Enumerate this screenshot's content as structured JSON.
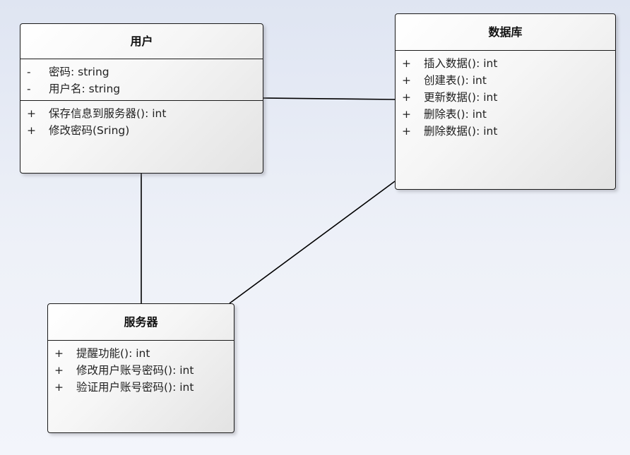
{
  "classes": {
    "user": {
      "name": "用户",
      "attributes": [
        {
          "visibility": "-",
          "text": "密码: string"
        },
        {
          "visibility": "-",
          "text": "用户名: string"
        }
      ],
      "operations": [
        {
          "visibility": "+",
          "text": "保存信息到服务器(): int"
        },
        {
          "visibility": "+",
          "text": "修改密码(Sring)"
        }
      ]
    },
    "database": {
      "name": "数据库",
      "operations": [
        {
          "visibility": "+",
          "text": "插入数据(): int"
        },
        {
          "visibility": "+",
          "text": "创建表(): int"
        },
        {
          "visibility": "+",
          "text": "更新数据(): int"
        },
        {
          "visibility": "+",
          "text": "删除表(): int"
        },
        {
          "visibility": "+",
          "text": "删除数据(): int"
        }
      ]
    },
    "server": {
      "name": "服务器",
      "operations": [
        {
          "visibility": "+",
          "text": "提醒功能(): int"
        },
        {
          "visibility": "+",
          "text": "修改用户账号密码(): int"
        },
        {
          "visibility": "+",
          "text": "验证用户账号密码(): int"
        }
      ]
    }
  },
  "associations": [
    {
      "from": "user",
      "to": "database"
    },
    {
      "from": "user",
      "to": "server"
    },
    {
      "from": "server",
      "to": "database"
    }
  ],
  "colors": {
    "line": "#000000",
    "border": "#1a1a1a",
    "text": "#222222"
  }
}
